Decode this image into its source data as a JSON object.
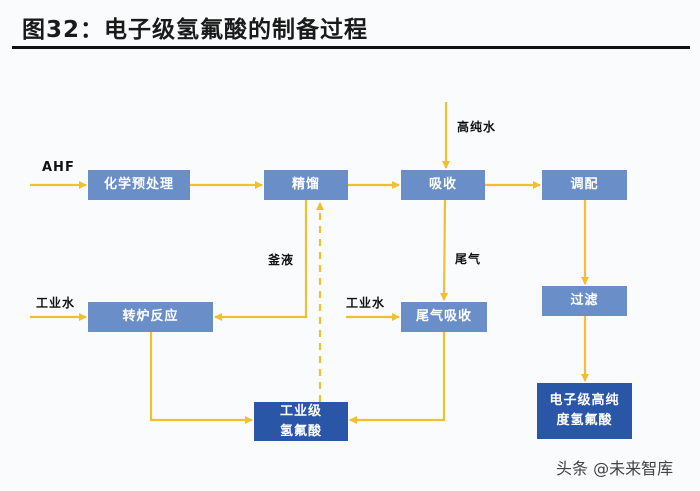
{
  "title": "图32：电子级氢氟酸的制备过程",
  "colors": {
    "process_box": "#6a8fc8",
    "product_box": "#2a56a8",
    "arrow": "#f2bf2f",
    "text": "#111111"
  },
  "nodes": {
    "pretreat": "化学预处理",
    "distill": "精馏",
    "absorb": "吸收",
    "blend": "调配",
    "converter": "转炉反应",
    "tailgas_absorb": "尾气吸收",
    "filter": "过滤",
    "industrial_hf_line1": "工业级",
    "industrial_hf_line2": "氢氟酸",
    "electronic_hf_line1": "电子级高纯",
    "electronic_hf_line2": "度氢氟酸"
  },
  "labels": {
    "ahf": "AHF",
    "high_purity_water": "高纯水",
    "kettle_liquid": "釜液",
    "industrial_water_1": "工业水",
    "industrial_water_2": "工业水",
    "tail_gas": "尾气"
  },
  "edges": [
    {
      "from": "AHF",
      "to": "化学预处理",
      "style": "solid"
    },
    {
      "from": "化学预处理",
      "to": "精馏",
      "style": "solid"
    },
    {
      "from": "精馏",
      "to": "吸收",
      "style": "solid"
    },
    {
      "from": "高纯水",
      "to": "吸收",
      "style": "solid"
    },
    {
      "from": "吸收",
      "to": "调配",
      "style": "solid"
    },
    {
      "from": "调配",
      "to": "过滤",
      "style": "solid"
    },
    {
      "from": "过滤",
      "to": "电子级高纯度氢氟酸",
      "style": "solid"
    },
    {
      "from": "精馏",
      "to": "转炉反应",
      "label": "釜液",
      "style": "solid"
    },
    {
      "from": "工业水",
      "to": "转炉反应",
      "style": "solid"
    },
    {
      "from": "吸收",
      "to": "尾气吸收",
      "label": "尾气",
      "style": "solid"
    },
    {
      "from": "工业水",
      "to": "尾气吸收",
      "style": "solid"
    },
    {
      "from": "转炉反应",
      "to": "工业级氢氟酸",
      "style": "solid"
    },
    {
      "from": "尾气吸收",
      "to": "工业级氢氟酸",
      "style": "solid"
    },
    {
      "from": "工业级氢氟酸",
      "to": "精馏",
      "style": "dashed"
    }
  ],
  "watermark": "头条 @未来智库"
}
